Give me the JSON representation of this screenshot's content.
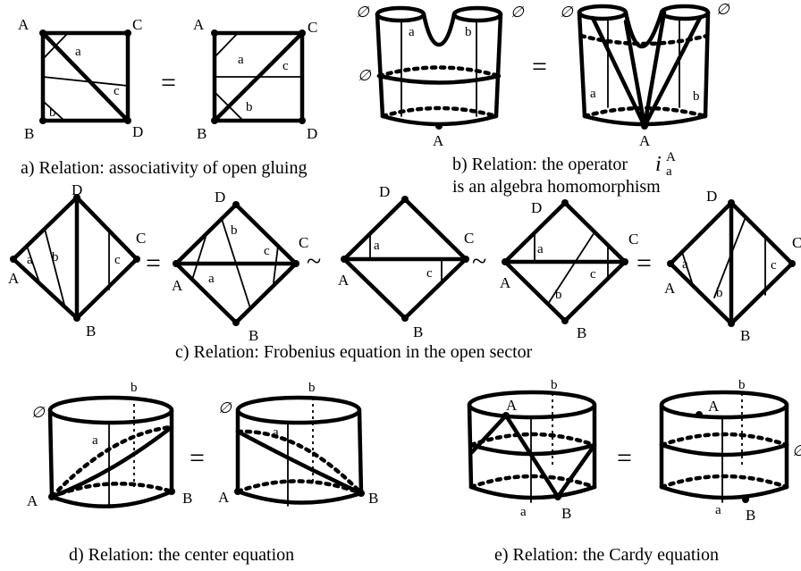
{
  "figure": {
    "captions": {
      "a": "a) Relation: associativity of open gluing",
      "b1": "b) Relation: the operator",
      "b_op": "i",
      "b_sup": "A",
      "b_sub": "a",
      "b2": "is an algebra homomorphism",
      "c": "c) Relation: Frobenius equation in the open sector",
      "d": "d) Relation: the center equation",
      "e": "e) Relation: the Cardy equation"
    },
    "symbols": {
      "eq": "=",
      "sim": "~",
      "empty": "∅"
    },
    "labels": {
      "A": "A",
      "B": "B",
      "C": "C",
      "D": "D",
      "a": "a",
      "b": "b",
      "c": "c"
    }
  }
}
